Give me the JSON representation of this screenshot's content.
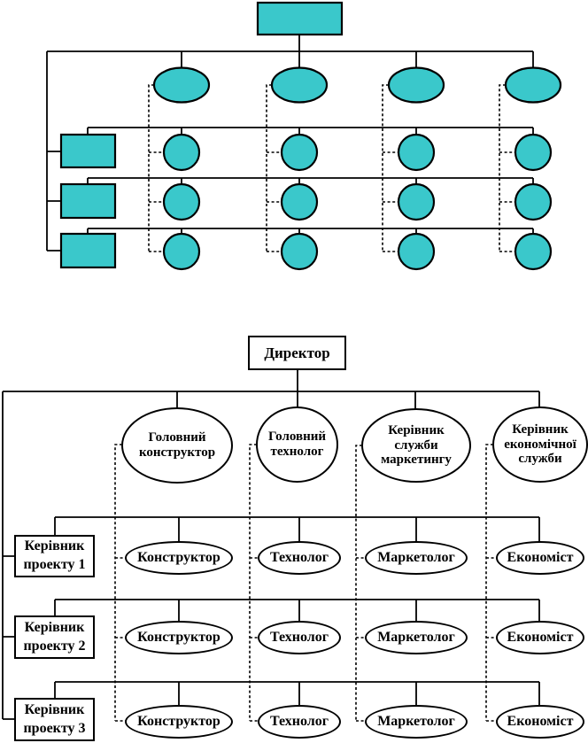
{
  "colors": {
    "top_shape_fill": "#3AC8CB",
    "stroke": "#000000",
    "background": "#FFFFFF"
  },
  "bottom_diagram": {
    "director_label": "Директор",
    "managers": [
      "Головний конструктор",
      "Головний технолог",
      "Керівник служби маркетингу",
      "Керівник економічної служби"
    ],
    "rows": [
      {
        "label": "Керівник проекту 1",
        "specialists": [
          "Конструктор",
          "Технолог",
          "Маркетолог",
          "Економіст"
        ]
      },
      {
        "label": "Керівник проекту 2",
        "specialists": [
          "Конструктор",
          "Технолог",
          "Маркетолог",
          "Економіст"
        ]
      },
      {
        "label": "Керівник проекту 3",
        "specialists": [
          "Конструктор",
          "Технолог",
          "Маркетолог",
          "Економіст"
        ]
      }
    ]
  }
}
